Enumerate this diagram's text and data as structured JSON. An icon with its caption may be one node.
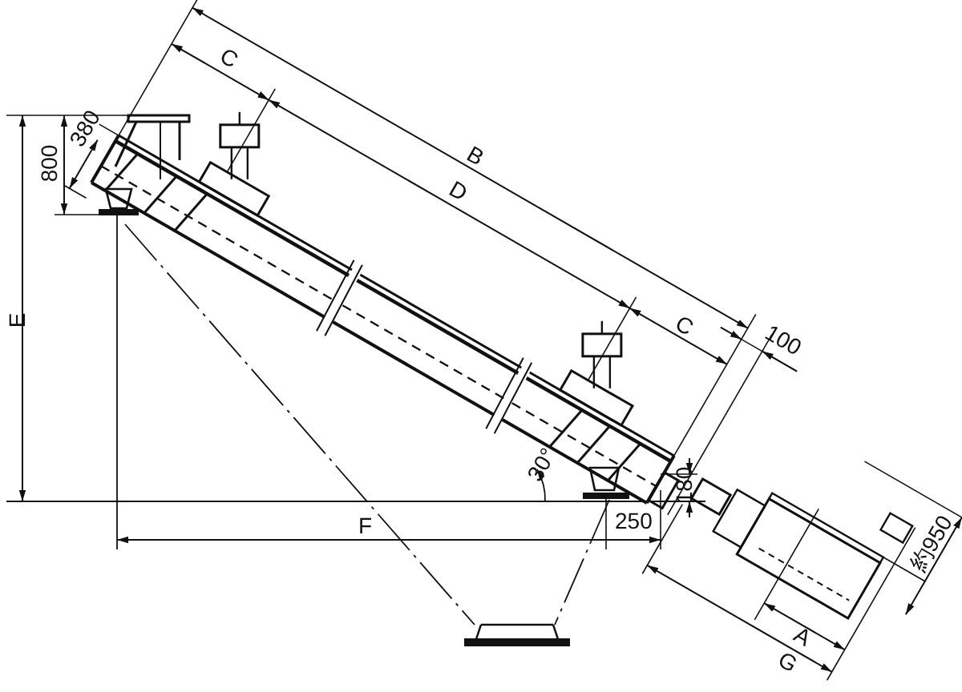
{
  "diagram": {
    "labels": [
      "C",
      "B",
      "380",
      "800",
      "D",
      "E",
      "C",
      "100",
      "30°",
      "180",
      "F",
      "250",
      "約950",
      "A",
      "G"
    ]
  }
}
